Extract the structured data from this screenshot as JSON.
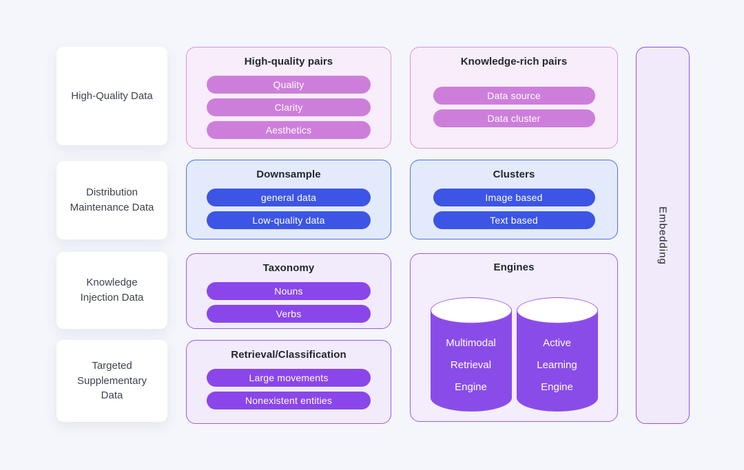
{
  "colors": {
    "page_bg": "#f4f6fb",
    "pink_pill": "#cd7edb",
    "pink_border": "#de8ee2",
    "pink_bg": "#f8edfa",
    "blue_pill": "#3c55e5",
    "blue_border": "#4b70e8",
    "blue_bg": "#e3eafc",
    "purple_pill": "#8a46ea",
    "purple_border": "#9b59ec",
    "purple_bg": "#f1ebfb",
    "cylinder_fill": "#8a4ce9",
    "embedding_bg": "#f0eafa",
    "embedding_border": "#8e4fe8",
    "card_bg": "#ffffff",
    "title_text": "#24272f"
  },
  "left_cards": [
    {
      "label": "High-Quality Data"
    },
    {
      "label": "Distribution Maintenance Data"
    },
    {
      "label": "Knowledge Injection Data"
    },
    {
      "label": "Targeted Supplementary Data"
    }
  ],
  "groups": {
    "high_quality_pairs": {
      "title": "High-quality pairs",
      "pills": [
        "Quality",
        "Clarity",
        "Aesthetics"
      ]
    },
    "knowledge_rich_pairs": {
      "title": "Knowledge-rich pairs",
      "pills": [
        "Data source",
        "Data cluster"
      ]
    },
    "downsample": {
      "title": "Downsample",
      "pills": [
        "general data",
        "Low-quality data"
      ]
    },
    "clusters": {
      "title": "Clusters",
      "pills": [
        "Image based",
        "Text based"
      ]
    },
    "taxonomy": {
      "title": "Taxonomy",
      "pills": [
        "Nouns",
        "Verbs"
      ]
    },
    "retrieval_classification": {
      "title": "Retrieval/Classification",
      "pills": [
        "Large movements",
        "Nonexistent entities"
      ]
    },
    "engines": {
      "title": "Engines",
      "cylinders": [
        {
          "lines": [
            "Multimodal",
            "Retrieval",
            "Engine"
          ]
        },
        {
          "lines": [
            "Active",
            "Learning",
            "Engine"
          ]
        }
      ]
    }
  },
  "embedding": {
    "label": "Embedding"
  }
}
